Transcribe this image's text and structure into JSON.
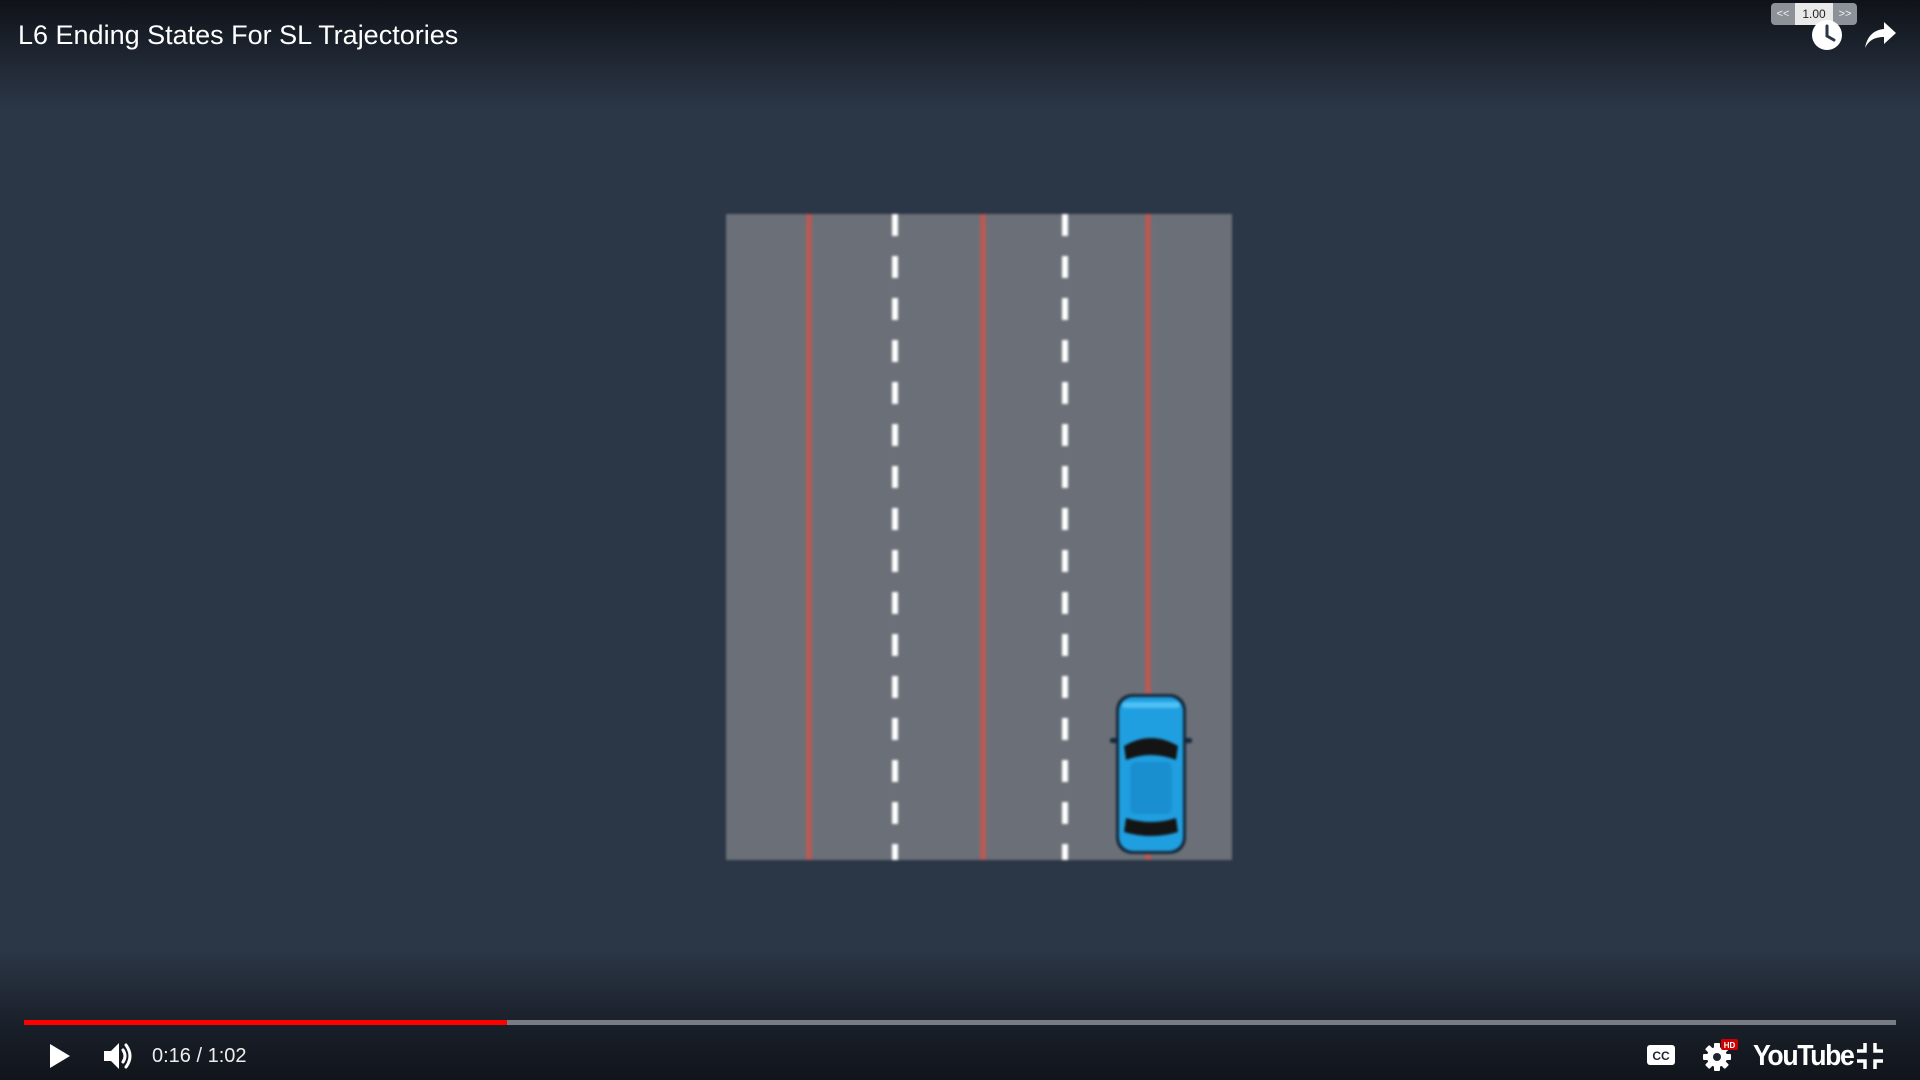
{
  "video": {
    "title": "L6 Ending States For SL Trajectories"
  },
  "speed_control": {
    "slower_label": "<<",
    "value": "1.00",
    "faster_label": ">>"
  },
  "top_actions": {
    "watch_later_icon": "clock-icon",
    "share_icon": "share-arrow-icon"
  },
  "playback": {
    "current_time": "0:16",
    "duration": "1:02",
    "time_text": "0:16 / 1:02",
    "progress_fraction": 0.258
  },
  "controls": {
    "play_icon": "play-icon",
    "volume_icon": "volume-icon",
    "captions_icon": "cc-icon",
    "settings_icon": "gear-icon",
    "settings_badge": "HD",
    "brand": "YouTube",
    "exit_fullscreen_icon": "exit-fullscreen-icon"
  },
  "colors": {
    "background": "#2b3646",
    "progress_played": "#ff0000",
    "road": "#6b7078",
    "center_line": "#b85a55",
    "lane_divider": "#ffffff",
    "car": "#1f9fe0",
    "hd_badge": "#cc0000"
  },
  "scene": {
    "description_items": [
      "road",
      "lane-dividers",
      "lane-centerlines",
      "car"
    ]
  }
}
